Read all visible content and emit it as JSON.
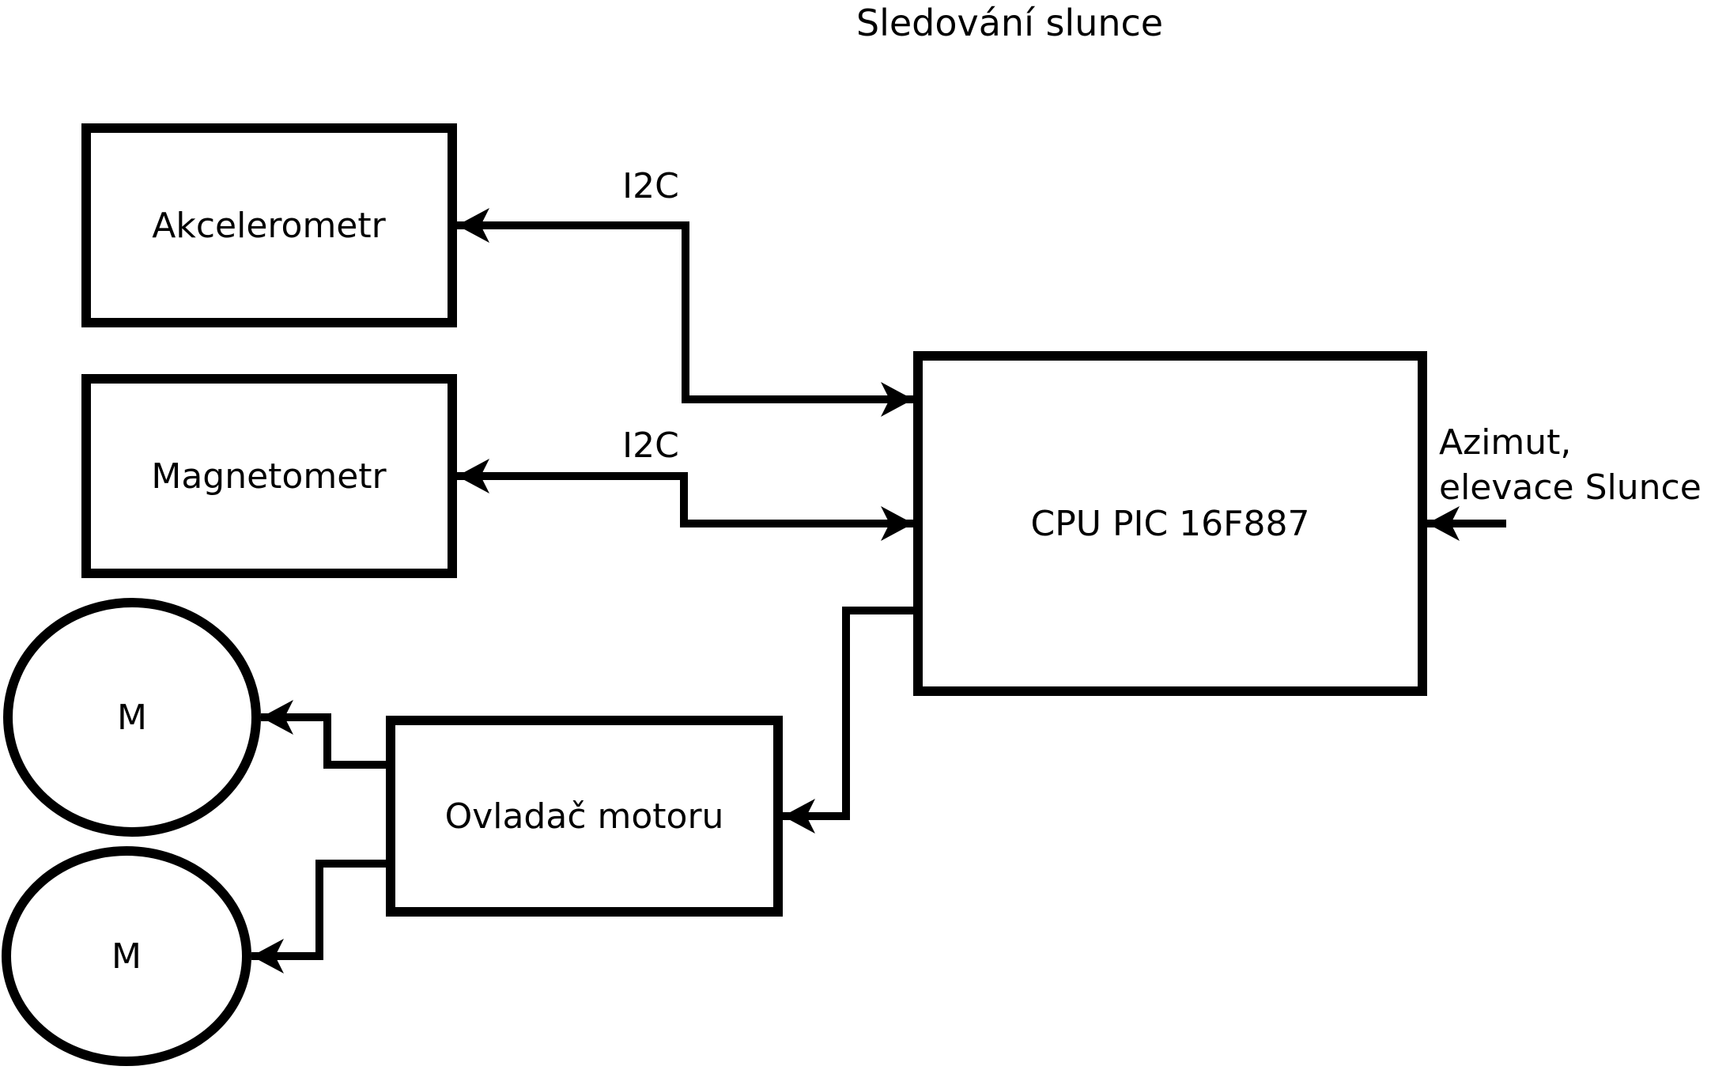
{
  "title": "Sledování slunce",
  "nodes": {
    "akcelerometr": {
      "label": "Akcelerometr"
    },
    "magnetometr": {
      "label": "Magnetometr"
    },
    "cpu": {
      "label": "CPU PIC 16F887"
    },
    "motor_driver": {
      "label": "Ovladač motoru"
    },
    "motor1": {
      "label": "M"
    },
    "motor2": {
      "label": "M"
    }
  },
  "edges": {
    "i2c_akcelerometr": {
      "label": "I2C"
    },
    "i2c_magnetometr": {
      "label": "I2C"
    },
    "azimut_input": {
      "label_line1": "Azimut,",
      "label_line2": "elevace Slunce"
    }
  },
  "colors": {
    "line": "#000000",
    "background": "#ffffff"
  }
}
